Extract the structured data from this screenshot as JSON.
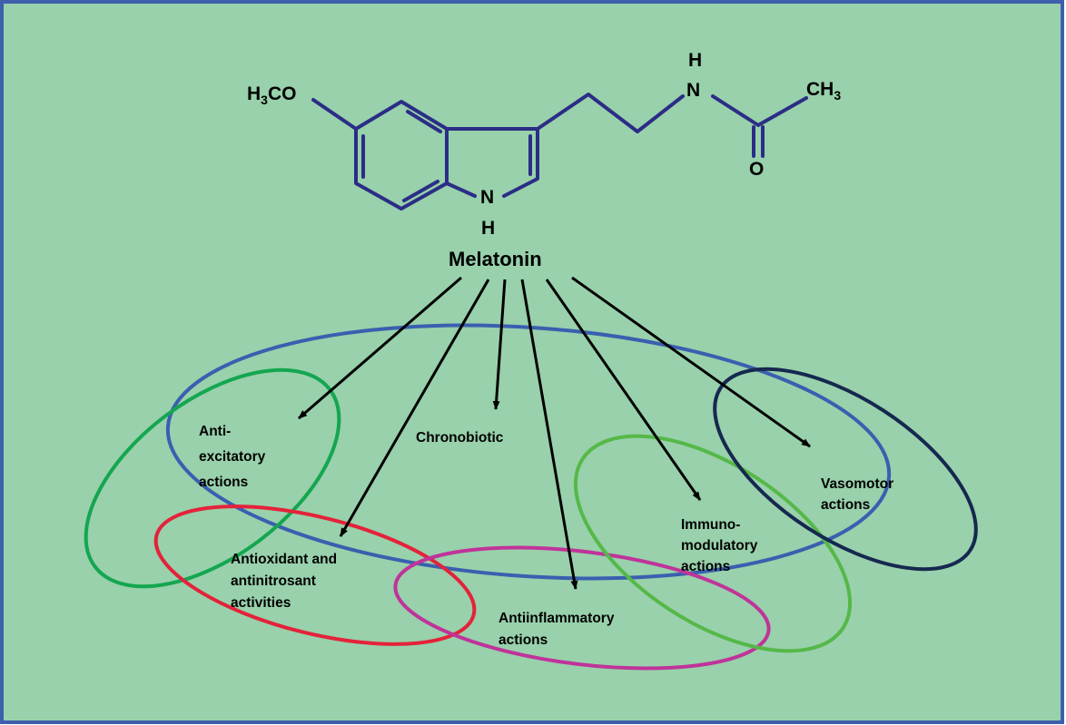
{
  "colors": {
    "background": "#98d1ab",
    "frame": "#3d5fac",
    "bond": "#2b2d86",
    "arrow": "#000000",
    "ellipse_blue": "#3a5fb0",
    "ellipse_green": "#14a650",
    "ellipse_red": "#e4223a",
    "ellipse_magenta": "#c0339a",
    "ellipse_lightgreen": "#55b848",
    "ellipse_navy": "#16284f"
  },
  "molecule": {
    "name": "Melatonin",
    "methoxy_prefix": "H",
    "methoxy_sub": "3",
    "methoxy_suffix": "CO",
    "amide_h": "H",
    "amide_n": "N",
    "methyl_prefix": "CH",
    "methyl_sub": "3",
    "carbonyl_o": "O",
    "ring_n": "N",
    "ring_h": "H"
  },
  "actions": {
    "anti_excitatory": [
      "Anti-",
      "excitatory",
      "actions"
    ],
    "chronobiotic": [
      "Chronobiotic"
    ],
    "antioxidant": [
      "Antioxidant and",
      "antinitrosant",
      "activities"
    ],
    "antiinflammatory": [
      "Antiinflammatory",
      "actions"
    ],
    "immunomodulatory": [
      "Immuno-",
      "modulatory",
      "actions"
    ],
    "vasomotor": [
      "Vasomotor",
      "actions"
    ]
  }
}
